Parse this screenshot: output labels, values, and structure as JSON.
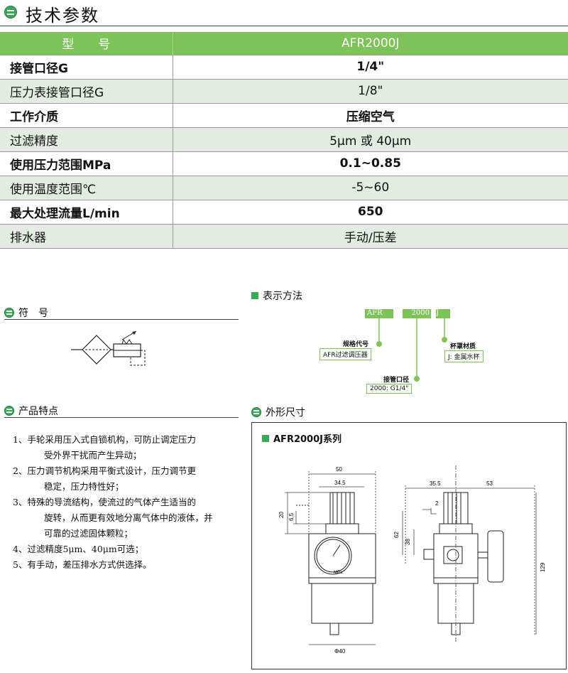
{
  "header": {
    "title": "技术参数"
  },
  "spec_table": {
    "header_key": "型　　号",
    "header_val": "AFR2000J",
    "rows": [
      {
        "k": "接管口径G",
        "v": "1/4\"",
        "bold": true
      },
      {
        "k": "压力表接管口径G",
        "v": "1/8\"",
        "bold": false
      },
      {
        "k": "工作介质",
        "v": "压缩空气",
        "bold": true
      },
      {
        "k": "过滤精度",
        "v": "5μm 或 40μm",
        "bold": false
      },
      {
        "k": "使用压力范围MPa",
        "v": "0.1~0.85",
        "bold": true
      },
      {
        "k": "使用温度范围℃",
        "v": "-5~60",
        "bold": false
      },
      {
        "k": "最大处理流量L/min",
        "v": "650",
        "bold": true
      },
      {
        "k": "排水器",
        "v": "手动/压差",
        "bold": false
      }
    ]
  },
  "symbol": {
    "title": "符　号"
  },
  "notation": {
    "title": "表示方法",
    "codes": [
      "AFR",
      "2000",
      "J"
    ],
    "labels": [
      {
        "title": "规格代号",
        "value": "AFR过滤调压器"
      },
      {
        "title": "接管口径",
        "value": "2000: G1/4\""
      },
      {
        "title": "杯罩材质",
        "value": "J: 金属水杯"
      }
    ]
  },
  "features": {
    "title": "产品特点",
    "items": [
      [
        "1、手轮采用压入式自锁机构，可防止调定压力",
        "受外界干扰而产生异动；"
      ],
      [
        "2、压力调节机构采用平衡式设计，压力调节更",
        "稳定，压力特性好；"
      ],
      [
        "3、特殊的导流结构，使流过的气体产生适当的",
        "旋转，从而更有效地分离气体中的液体，并",
        "可靠的过滤固体颗粒；"
      ],
      [
        "4、过滤精度5μm、40μm可选；"
      ],
      [
        "5、有手动，差压排水方式供选择。"
      ]
    ]
  },
  "dimensions": {
    "title": "外形尺寸",
    "model_title": "AFR2000J系列",
    "gauge_unit": "MPa",
    "front": {
      "w_total": "50",
      "w_knob": "34.5",
      "h_knob": "20",
      "h_cap": "6.5",
      "dia": "Φ40"
    },
    "side": {
      "w_left": "35.5",
      "w_right": "53",
      "h_top": "2",
      "h_62": "62",
      "h_38": "38",
      "h_129": "129"
    }
  },
  "colors": {
    "accent": "#7ec35a",
    "logo": "#3aa957",
    "alt_row": "#e2ece1"
  }
}
